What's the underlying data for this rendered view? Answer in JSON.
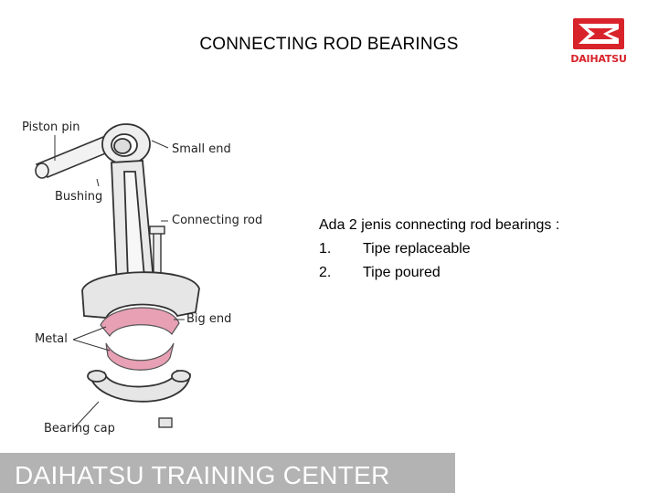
{
  "slide": {
    "title": "CONNECTING ROD BEARINGS",
    "brand_color": "#d8232a"
  },
  "logo": {
    "text": "DAIHATSU"
  },
  "figure": {
    "labels": {
      "piston_pin": "Piston pin",
      "small_end": "Small end",
      "bushing": "Bushing",
      "connecting_rod": "Connecting rod",
      "big_end": "Big end",
      "metal": "Metal",
      "bearing_cap": "Bearing cap"
    },
    "highlight_color": "#e8a0b4"
  },
  "content": {
    "intro": "Ada 2 jenis connecting rod bearings :",
    "items": [
      {
        "num": "1.",
        "text": "Tipe replaceable"
      },
      {
        "num": "2.",
        "text": "Tipe poured"
      }
    ]
  },
  "footer": {
    "text": "DAIHATSU TRAINING CENTER",
    "bg_color": "#b3b3b3"
  }
}
